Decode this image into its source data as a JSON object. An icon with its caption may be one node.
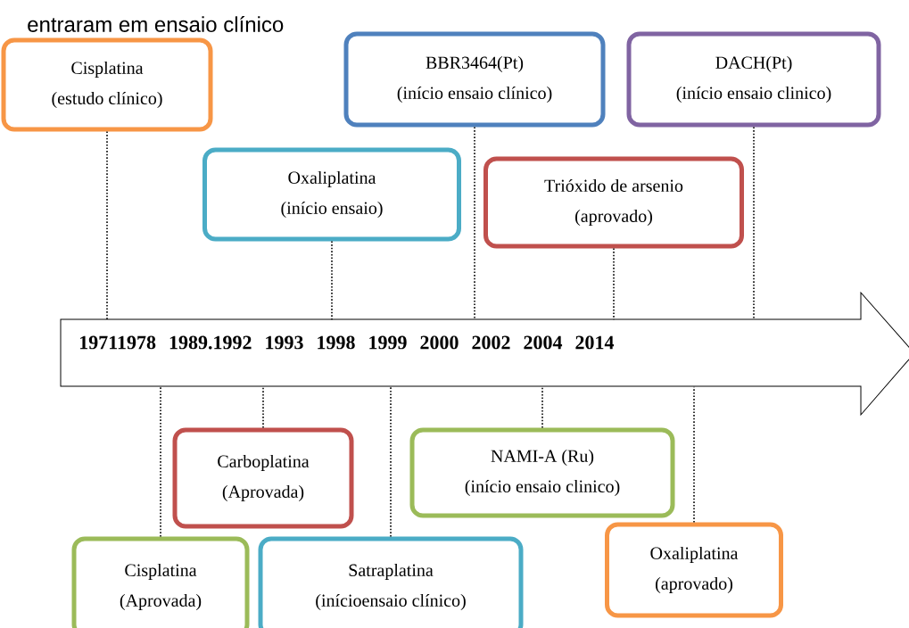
{
  "diagram": {
    "title": "entraram em ensaio clínico",
    "nodes": [
      {
        "text": [
          "Cisplatina",
          "(estudo clínico)"
        ]
      },
      {
        "text": [
          "BBR3464(Pt)",
          "(início ensaio clínico)"
        ]
      },
      {
        "text": [
          "DACH(Pt)",
          "(início ensaio clinico)"
        ]
      },
      {
        "text": [
          "Oxaliplatina",
          "(início ensaio)"
        ]
      },
      {
        "text": [
          "Trióxido de arsenio",
          "(aprovado)"
        ]
      },
      {
        "text": [
          "19711978 1989.1992 1993 1998 1999 2000 2002 2004 2014"
        ]
      },
      {
        "text": [
          "Carboplatina",
          "(Aprovada)"
        ]
      },
      {
        "text": [
          "NAMI-A (Ru)",
          "(início ensaio clinico)"
        ]
      },
      {
        "text": [
          "Cisplatina",
          "(Aprovada)"
        ]
      },
      {
        "text": [
          "Satraplatina",
          "(inícioensaio clínico)"
        ]
      },
      {
        "text": [
          "Oxaliplatina",
          "(aprovado)"
        ]
      }
    ],
    "edges": [
      {
        "from": 0,
        "to": 5,
        "arrow": "none"
      },
      {
        "from": 1,
        "to": 5,
        "arrow": "none"
      },
      {
        "from": 2,
        "to": 5,
        "arrow": "none"
      },
      {
        "from": 3,
        "to": 5,
        "arrow": "none"
      },
      {
        "from": 4,
        "to": 5,
        "arrow": "none"
      },
      {
        "from": 6,
        "to": 5,
        "arrow": "none"
      },
      {
        "from": 7,
        "to": 5,
        "arrow": "none"
      },
      {
        "from": 8,
        "to": 5,
        "arrow": "none"
      },
      {
        "from": 9,
        "to": 5,
        "arrow": "none"
      },
      {
        "from": 10,
        "to": 5,
        "arrow": "none"
      }
    ]
  }
}
